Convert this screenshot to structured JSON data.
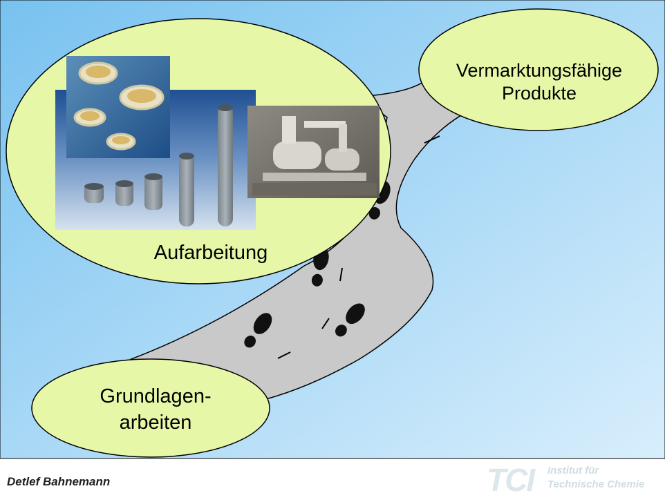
{
  "slide": {
    "bubble_center_label": "Aufarbeitung",
    "bubble_top_right_lines": [
      "Vermarktungsfähige",
      "Produkte"
    ],
    "bubble_bottom_left_lines": [
      "Grundlagen-",
      "arbeiten"
    ]
  },
  "footer": {
    "author": "Detlef Bahnemann",
    "logo_mark": "TCI",
    "logo_line1": "Institut für",
    "logo_line2": "Technische Chemie"
  },
  "colors": {
    "bubble_fill": "#e6f8a8",
    "road_fill": "#cccccc",
    "background_top": "#7cc4ee",
    "background_bottom": "#d4ecfb"
  }
}
